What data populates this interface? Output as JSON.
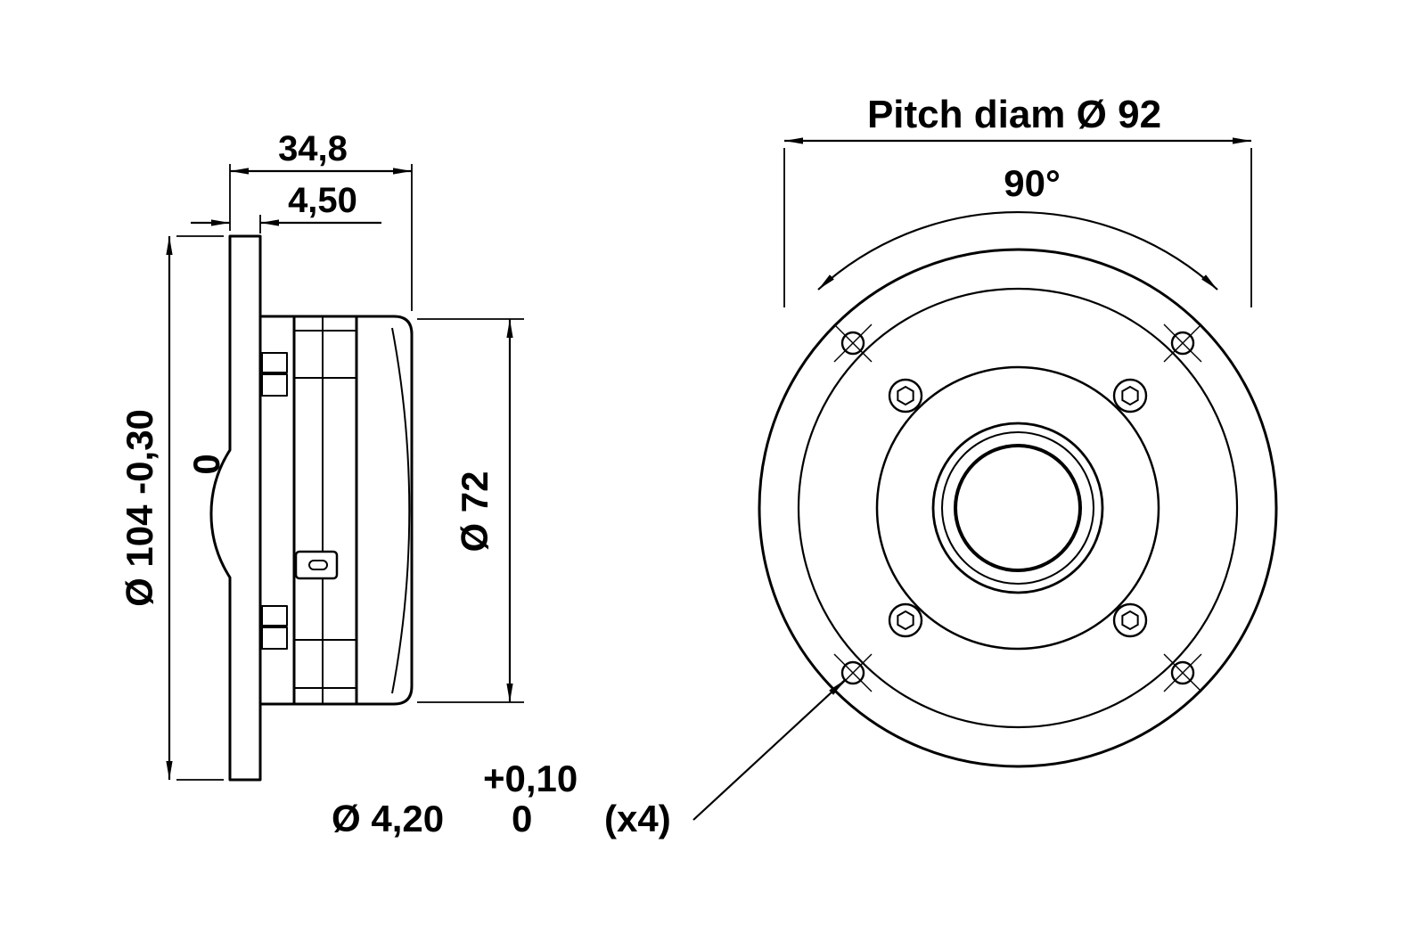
{
  "drawing": {
    "background": "#ffffff",
    "line_color": "#000000",
    "side_view": {
      "depth": "34,8",
      "flange_thickness": "4,50",
      "outer_diameter_upper_tol": "0",
      "outer_diameter": "Ø 104 -0,30",
      "rear_body_diameter": "Ø 72"
    },
    "front_view": {
      "pitch_diameter": "Pitch diam Ø 92",
      "hole_angle": "90°",
      "hole_diameter": "Ø 4,20",
      "hole_tol_upper": "+0,10",
      "hole_tol_lower": "0",
      "hole_count": "(x4)"
    }
  }
}
